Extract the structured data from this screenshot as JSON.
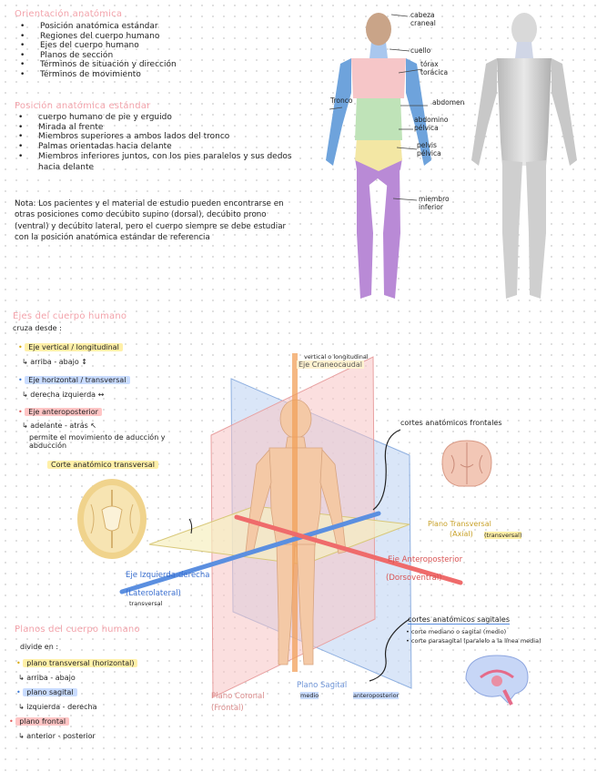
{
  "section1": {
    "title": "Orientación anatómica",
    "items": [
      "Posición anatómica estándar",
      "Regiones del cuerpo humano",
      "Ejes del cuerpo humano",
      "Planos de sección",
      "Términos de situación y dirección",
      "Términos de movimiento"
    ]
  },
  "section2": {
    "title": "Posición anatómica estándar",
    "items": [
      "cuerpo humano de pie y erguido",
      "Mirada al frente",
      "Miembros superiores a ambos lados del tronco",
      "Palmas orientadas hacia delante",
      "Miembros inferiores juntos, con los pies paralelos y sus dedos hacia delante"
    ],
    "note": "Nota: Los pacientes y el material de estudio pueden encontrarse en otras posiciones como decúbito supino (dorsal), decúbito prono (ventral) y decúbito lateral, pero el cuerpo siempre se debe estudiar con la posición anatómica estándar de referencia"
  },
  "body_labels": {
    "head": "cabeza craneal",
    "neck": "cuello",
    "thorax": "tórax torácica",
    "trunk": "Tronco",
    "abdomen": "abdomen",
    "abdominopelvic": "abdomino pélvica",
    "pelvis": "pelvis pélvica",
    "lower_limb": "miembro inferior"
  },
  "axes": {
    "title": "Ejes del cuerpo humano",
    "intro": "cruza desde :",
    "vertical": "Eje vertical / longitudinal",
    "vertical_dir": "arriba - abajo ↕",
    "horizontal": "Eje horizontal / transversal",
    "horizontal_dir": "derecha izquierda ↔",
    "anteroposterior": "Eje anteroposterior",
    "ap_dir": "adelante - atrás ↖",
    "ap_note": "permite el movimiento de aducción y abducción",
    "transverse_cut": "Corte anatómico transversal"
  },
  "diagram": {
    "vertical_small": "vertical o longitudinal",
    "vertical_label": "Eje Craneocaudal",
    "frontal_cuts": "cortes anatómicos frontales",
    "transverse_plane": "Plano Transversal",
    "transverse_axial": "(Axial)",
    "transverse_hand": "(transversal)",
    "ap_axis": "Eje Anteroposterior",
    "ap_axis2": "(Dorsoventral)",
    "lateral_axis": "Eje Izquierda-derecha",
    "lateral_axis2": "(Laterolateral)",
    "lateral_hand": "transversal",
    "sagittal_cuts": "cortes anatómicos sagitales",
    "sagittal_note1": "corte mediano o sagital (medio)",
    "sagittal_note2": "corte parasagital (paralelo a la línea media)",
    "coronal_plane": "Plano Coronal",
    "coronal_plane2": "(Frontal)",
    "sagittal_plane": "Plano Sagital",
    "sagittal_hand": "anteroposterior",
    "sagittal_medio": "medio"
  },
  "planes": {
    "title": "Planos del cuerpo humano",
    "intro": "divide en :",
    "transverse": "plano transversal (horizontal)",
    "transverse_dir": "arriba - abajo",
    "sagittal": "plano sagital",
    "sagittal_dir": "izquierda - derecha",
    "frontal": "plano frontal",
    "frontal_dir": "anterior - posterior"
  }
}
